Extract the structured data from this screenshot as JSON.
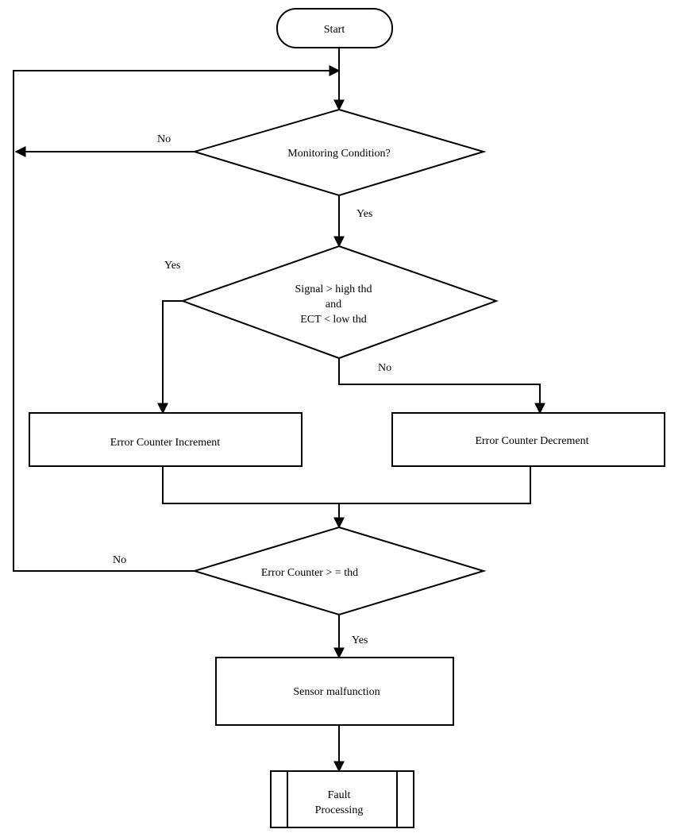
{
  "diagram": {
    "start": {
      "label": "Start"
    },
    "monitoring_decision": {
      "label": "Monitoring Condition?"
    },
    "signal_decision": {
      "lines": [
        "Signal > high thd",
        "and",
        "ECT < low thd"
      ]
    },
    "increment_process": {
      "label": "Error Counter Increment"
    },
    "decrement_process": {
      "label": "Error Counter Decrement"
    },
    "counter_decision": {
      "label": "Error Counter > = thd"
    },
    "malfunction_process": {
      "label": "Sensor malfunction"
    },
    "fault_subprocess": {
      "lines": [
        "Fault",
        "Processing"
      ]
    },
    "edge_labels": {
      "monitoring_no": "No",
      "monitoring_yes": "Yes",
      "signal_yes": "Yes",
      "signal_no": "No",
      "counter_no": "No",
      "counter_yes": "Yes"
    }
  }
}
